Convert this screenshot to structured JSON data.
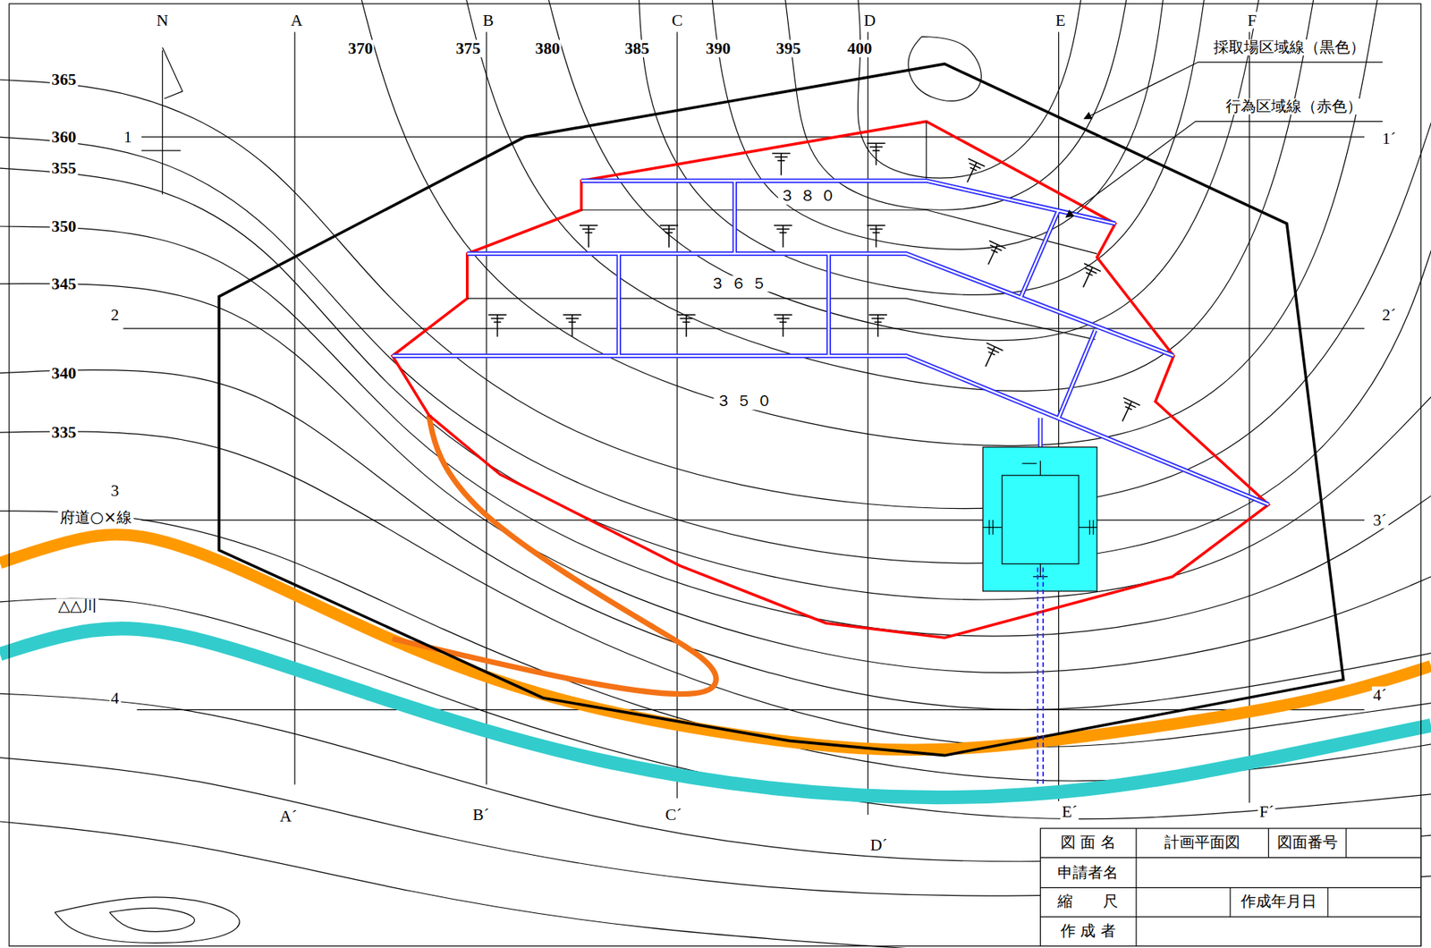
{
  "diagram": {
    "labels": [
      "N",
      "A",
      "B",
      "C",
      "D",
      "E",
      "F",
      "370",
      "375",
      "380",
      "385",
      "390",
      "395",
      "400",
      "採取場区域線（黒色）",
      "行為区域線（赤色）",
      "365",
      "360",
      "1",
      "1´",
      "355",
      "３８０",
      "350",
      "３６５",
      "345",
      "2",
      "2´",
      "340",
      "３５０",
      "335",
      "3",
      "府道○×線",
      "3´",
      "△△川",
      "4",
      "4´",
      "A´",
      "B´",
      "C´",
      "D´",
      "E´",
      "F´",
      "図 面 名",
      "計画平面図",
      "図面番号",
      "申請者名",
      "縮　　尺",
      "作成年月日",
      "作 成 者"
    ]
  }
}
